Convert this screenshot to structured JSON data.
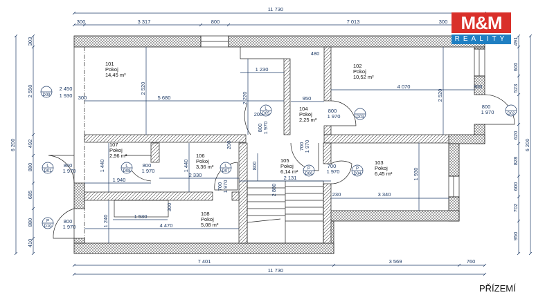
{
  "logo": {
    "brand": "M&M",
    "sub": "REALITY",
    "colors": {
      "red": "#d9302a",
      "blue": "#1f7fc2"
    }
  },
  "title": "PŘÍZEMÍ",
  "rooms": [
    {
      "number": "101",
      "name": "Pokoj",
      "area": "14,45 m²"
    },
    {
      "number": "102",
      "name": "Pokoj",
      "area": "10,52 m²"
    },
    {
      "number": "103",
      "name": "Pokoj",
      "area": "6,45 m²"
    },
    {
      "number": "104",
      "name": "Pokoj",
      "area": "2,25 m²"
    },
    {
      "number": "105",
      "name": "Pokoj",
      "area": "6,14 m²"
    },
    {
      "number": "106",
      "name": "Pokoj",
      "area": "3,36 m²"
    },
    {
      "number": "107",
      "name": "Pokoj",
      "area": "2,96 m²"
    },
    {
      "number": "108",
      "name": "Pokoj",
      "area": "5,08 m²"
    }
  ],
  "doors": [
    {
      "side": "",
      "id": "D09"
    },
    {
      "side": "L",
      "id": "D05"
    },
    {
      "side": "",
      "id": "D03"
    },
    {
      "side": "",
      "id": "D02"
    },
    {
      "side": "L",
      "id": "D01"
    },
    {
      "side": "L",
      "id": "D08"
    },
    {
      "side": "L",
      "id": "D07"
    },
    {
      "side": "P",
      "id": "D06"
    },
    {
      "side": "P",
      "id": "D04"
    },
    {
      "side": "P",
      "id": "D10"
    }
  ],
  "dimensions": {
    "top": [
      "11 730",
      "300",
      "3 317",
      "800",
      "7 013",
      "300"
    ],
    "bottom": [
      "7 401",
      "3 569",
      "760",
      "11 730"
    ],
    "left": [
      "303",
      "2 550",
      "492",
      "880",
      "685",
      "880",
      "410",
      "6 200"
    ],
    "right": [
      "491",
      "600",
      "523",
      "620",
      "828",
      "600",
      "702",
      "950",
      "6 200"
    ],
    "interior": [
      "480",
      "1 230",
      "2 520",
      "2 220",
      "5 680",
      "300",
      "2 450",
      "1 930",
      "950",
      "4 070",
      "2 520",
      "300",
      "800",
      "1 970",
      "800",
      "1 970",
      "200",
      "1 440",
      "1 440",
      "800",
      "1 970",
      "800",
      "1 970",
      "1 940",
      "2 330",
      "2 131",
      "700",
      "1 970",
      "1 930",
      "230",
      "3 340",
      "1 530",
      "1 240",
      "4 470",
      "800",
      "1 970",
      "300"
    ],
    "vertical_interior": [
      "800",
      "1 970",
      "200",
      "700",
      "1 970",
      "800",
      "700",
      "1 970",
      "2 880"
    ]
  }
}
